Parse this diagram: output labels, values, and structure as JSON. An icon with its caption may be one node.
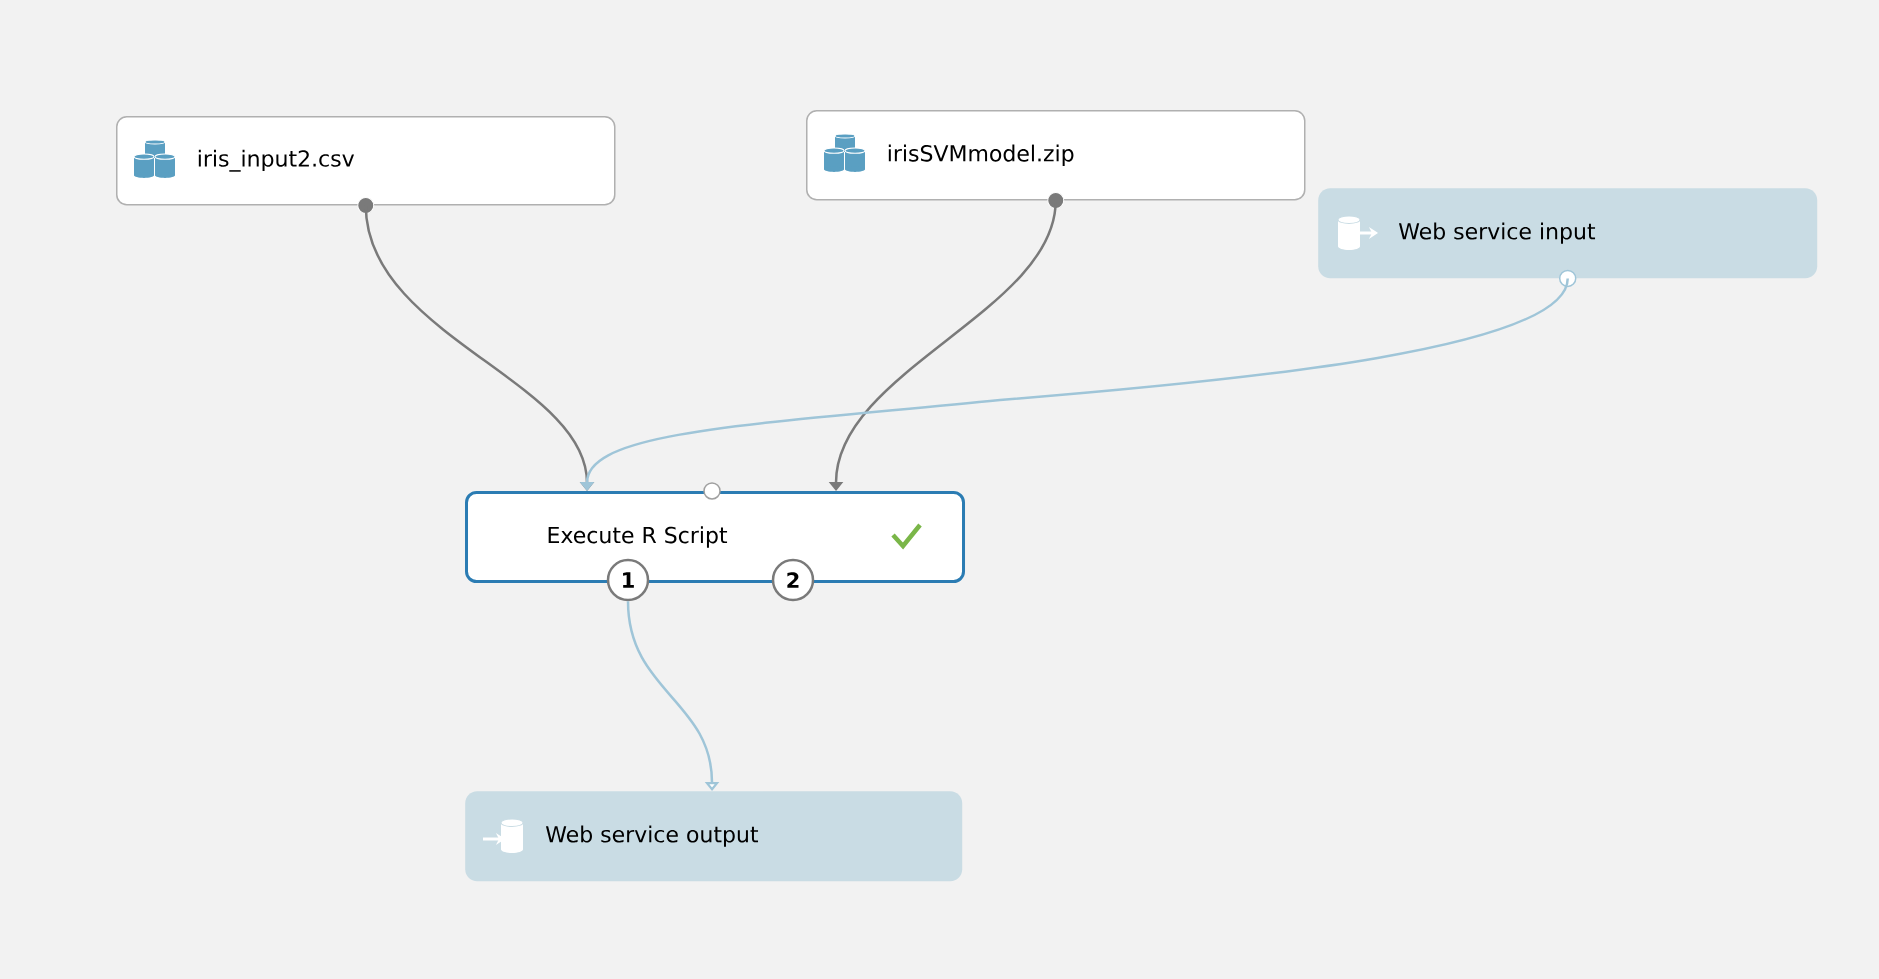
{
  "diagram": {
    "nodes": [
      {
        "text": [
          "iris_input2.csv"
        ]
      },
      {
        "text": [
          "irisSVMmodel.zip"
        ]
      },
      {
        "text": [
          "Web service input"
        ]
      },
      {
        "text": [
          "Execute R Script"
        ]
      },
      {
        "text": [
          "1"
        ]
      },
      {
        "text": [
          "2"
        ]
      },
      {
        "text": [
          "Web service output"
        ]
      }
    ],
    "edges": [
      {
        "from": 0,
        "to": 3,
        "arrow": "to"
      },
      {
        "from": 1,
        "to": 3,
        "arrow": "to"
      },
      {
        "from": 2,
        "to": 3,
        "arrow": "to",
        "color": "#9fc5d8"
      },
      {
        "from": 4,
        "to": 6,
        "arrow": "to",
        "color": "#9fc5d8"
      }
    ]
  }
}
